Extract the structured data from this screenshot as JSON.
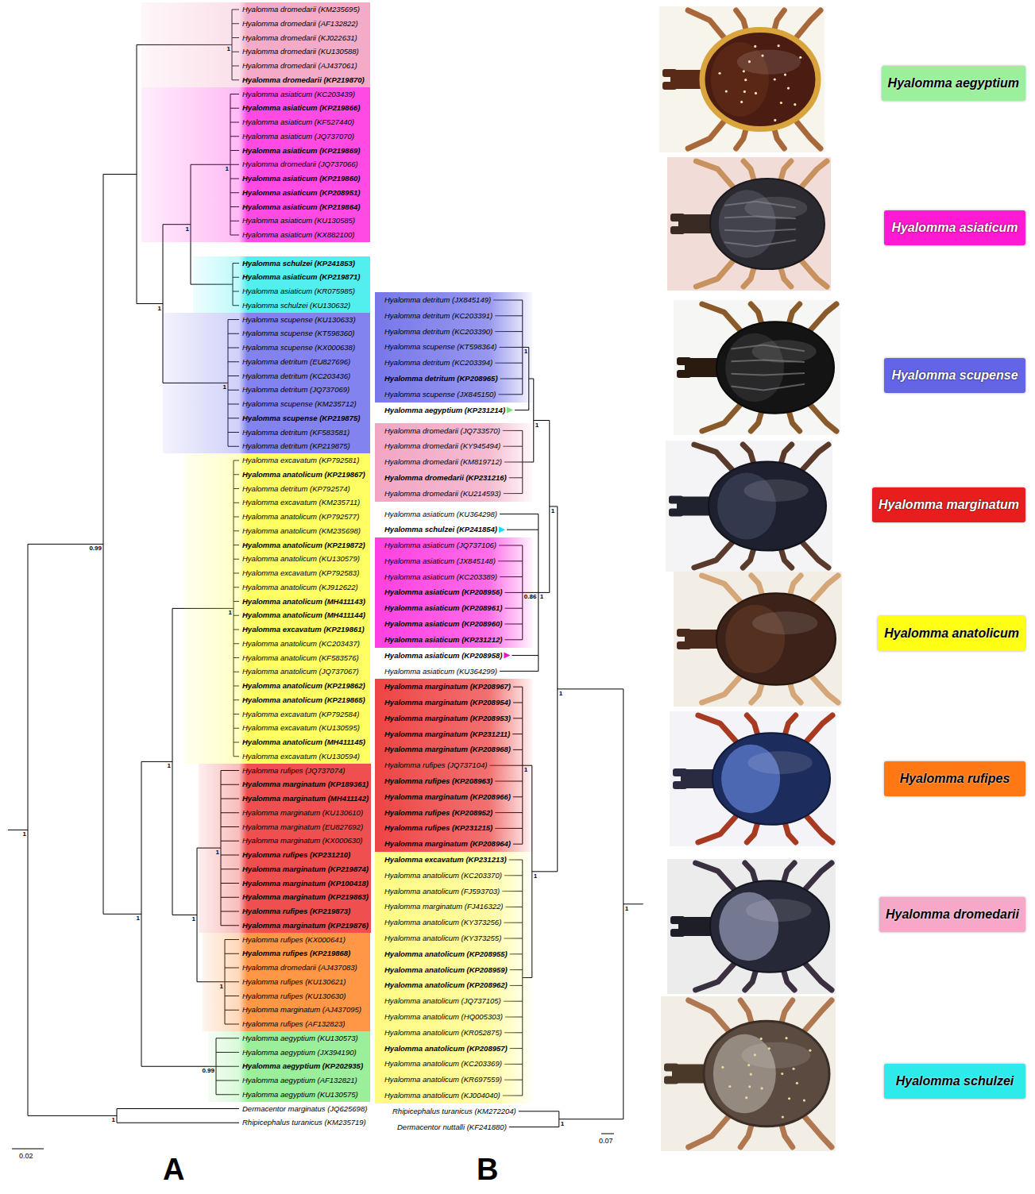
{
  "diagram": {
    "nodes": [
      {
        "text": [
          "Hyalomma dromedarii (KM235695)",
          "Hyalomma dromedarii (AF132822)",
          "Hyalomma dromedarii (KJ022631)",
          "Hyalomma dromedarii (KU130588)",
          "Hyalomma dromedarii (AJ437061)",
          "Hyalomma dromedarii (KP219870)"
        ]
      },
      {
        "text": [
          "Hyalomma asiaticum (KC203439)",
          "Hyalomma asiaticum (KP219866)",
          "Hyalomma asiaticum (KF527440)",
          "Hyalomma asiaticum (JQ737070)",
          "Hyalomma asiaticum (KP219869)",
          "Hyalomma dromedarii (JQ737066)",
          "Hyalomma asiaticum (KP219860)",
          "Hyalomma asiaticum (KP208951)",
          "Hyalomma asiaticum (KP219864)",
          "Hyalomma asiaticum (KU130585)",
          "Hyalomma asiaticum (KX882100)"
        ]
      },
      {
        "text": [
          "Hyalomma schulzei (KP241853)",
          "Hyalomma asiaticum (KP219871)",
          "Hyalomma asiaticum (KR075985)",
          "Hyalomma schulzei (KU130632)"
        ]
      },
      {
        "text": [
          "Hyalomma scupense (KU130633)",
          "Hyalomma scupense (KT598360)",
          "Hyalomma scupense (KX000638)",
          "Hyalomma detritum (EU827696)",
          "Hyalomma detritum (KC203436)",
          "Hyalomma detritum (JQ737069)",
          "Hyalomma scupense (KM235712)",
          "Hyalomma scupense (KP219875)",
          "Hyalomma detritum (KF583581)",
          "Hyalomma detritum (KP219875)"
        ]
      },
      {
        "text": [
          "Hyalomma excavatum (KP792581)",
          "Hyalomma anatolicum (KP219867)",
          "Hyalomma detritum (KP792574)",
          "Hyalomma excavatum (KM235711)",
          "Hyalomma anatolicum (KP792577)",
          "Hyalomma anatolicum (KM235698)",
          "Hyalomma anatolicum (KP219872)",
          "Hyalomma anatolicum (KU130579)",
          "Hyalomma excavatum (KP792583)",
          "Hyalomma anatolicum (KJ912622)",
          "Hyalomma anatolicum (MH411143)",
          "Hyalomma anatolicum (MH411144)",
          "Hyalomma excavatum (KP219861)",
          "Hyalomma anatolicum (KC203437)",
          "Hyalomma anatolicum (KF583576)",
          "Hyalomma anatolicum (JQ737067)",
          "Hyalomma anatolicum (KP219862)",
          "Hyalomma anatolicum (KP219865)",
          "Hyalomma excavatum (KP792584)",
          "Hyalomma excavatum (KU130595)",
          "Hyalomma anatolicum (MH411145)",
          "Hyalomma excavatum (KU130594)"
        ]
      },
      {
        "text": [
          "Hyalomma rufipes (JQ737074)",
          "Hyalomma marginatum (KP189361)",
          "Hyalomma marginatum (MH411142)",
          "Hyalomma marginatum (KU130610)",
          "Hyalomma marginatum (EU827692)",
          "Hyalomma marginatum (KX000630)",
          "Hyalomma rufipes (KP231210)",
          "Hyalomma marginatum (KP219874)",
          "Hyalomma marginatum (KP100418)",
          "Hyalomma marginatum (KP219863)",
          "Hyalomma rufipes (KP219873)",
          "Hyalomma marginatum (KP219876)"
        ]
      },
      {
        "text": [
          "Hyalomma rufipes (KX000641)",
          "Hyalomma rufipes (KP219868)",
          "Hyalomma dromedarii (AJ437083)",
          "Hyalomma rufipes (KU130621)",
          "Hyalomma rufipes (KU130630)",
          "Hyalomma marginatum (AJ437095)",
          "Hyalomma rufipes (AF132823)"
        ]
      },
      {
        "text": [
          "Hyalomma aegyptium (KU130573)",
          "Hyalomma aegyptium (JX394190)",
          "Hyalomma aegyptium (KP202935)",
          "Hyalomma aegyptium (AF132821)",
          "Hyalomma aegyptium (KU130575)"
        ]
      },
      {
        "text": [
          "Hyalomma detritum (JX845149)",
          "Hyalomma detritum (KC203391)",
          "Hyalomma detritum (KC203390)",
          "Hyalomma scupense (KT598364)",
          "Hyalomma detritum (KC203394)",
          "Hyalomma detritum (KP208965)",
          "Hyalomma scupense (JX845150)"
        ]
      },
      {
        "text": [
          "Hyalomma dromedarii (JQ733570)",
          "Hyalomma dromedarii (KY945494)",
          "Hyalomma dromedarii (KM819712)",
          "Hyalomma dromedarii (KP231216)",
          "Hyalomma dromedarii (KU214593)"
        ]
      },
      {
        "text": [
          "Hyalomma asiaticum (JQ737106)",
          "Hyalomma asiaticum (JX845148)",
          "Hyalomma asiaticum (KC203389)",
          "Hyalomma asiaticum (KP208956)",
          "Hyalomma asiaticum (KP208961)",
          "Hyalomma asiaticum (KP208960)",
          "Hyalomma asiaticum (KP231212)"
        ]
      },
      {
        "text": [
          "Hyalomma marginatum (KP208967)",
          "Hyalomma marginatum (KP208954)",
          "Hyalomma marginatum (KP208953)",
          "Hyalomma marginatum (KP231211)",
          "Hyalomma marginatum (KP208968)",
          "Hyalomma rufipes (JQ737104)",
          "Hyalomma rufipes (KP208963)",
          "Hyalomma marginatum (KP208966)",
          "Hyalomma rufipes (KP208952)",
          "Hyalomma rufipes (KP231215)",
          "Hyalomma marginatum (KP208964)"
        ]
      },
      {
        "text": [
          "Hyalomma excavatum (KP231213)",
          "Hyalomma anatolicum (KC203370)",
          "Hyalomma anatolicum (FJ593703)",
          "Hyalomma marginatum (FJ416322)",
          "Hyalomma anatolicum (KY373256)",
          "Hyalomma anatolicum (KY373255)",
          "Hyalomma anatolicum (KP208955)",
          "Hyalomma anatolicum (KP208959)",
          "Hyalomma anatolicum (KP208962)",
          "Hyalomma anatolicum (JQ737105)",
          "Hyalomma anatolicum (HQ005303)",
          "Hyalomma anatolicum (KR052875)",
          "Hyalomma anatolicum (KP208957)",
          "Hyalomma anatolicum (KC203369)",
          "Hyalomma anatolicum (KR697559)",
          "Hyalomma anatolicum (KJ004040)"
        ]
      }
    ],
    "labels": [
      "A",
      "B",
      "0.02",
      "0.07",
      "Dermacentor marginatus (JQ625698)",
      "Rhipicephalus turanicus (KM235719)",
      "Hyalomma aegyptium (KP231214)",
      "Hyalomma asiaticum (KU364298)",
      "Hyalomma schulzei (KP241854)",
      "Hyalomma asiaticum (KP208958)",
      "Hyalomma asiaticum (KU364299)",
      "Rhipicephalus turanicus (KM272204)",
      "Dermacentor nuttalli (KF241880)",
      "1",
      "1",
      "1",
      "1",
      "1",
      "1",
      "1",
      "1",
      "1",
      "1",
      "0.99",
      "1",
      "0.99",
      "1",
      "1",
      "1",
      "1",
      "0.86",
      "1",
      "1",
      "1",
      "1",
      "1",
      "1",
      "1"
    ],
    "legend": [
      {
        "text": "Hyalomma aegyptium",
        "color": "#9cf09c"
      },
      {
        "text": "Hyalomma asiaticum",
        "color": "#ff19d2"
      },
      {
        "text": "Hyalomma scupense",
        "color": "#6464e6"
      },
      {
        "text": "Hyalomma marginatum",
        "color": "#e81e1e"
      },
      {
        "text": "Hyalomma anatolicum",
        "color": "#ffff14"
      },
      {
        "text": "Hyalomma rufipes",
        "color": "#ff7814"
      },
      {
        "text": "Hyalomma dromedarii",
        "color": "#f7a8c8"
      },
      {
        "text": "Hyalomma schulzei",
        "color": "#2debeb"
      }
    ]
  }
}
